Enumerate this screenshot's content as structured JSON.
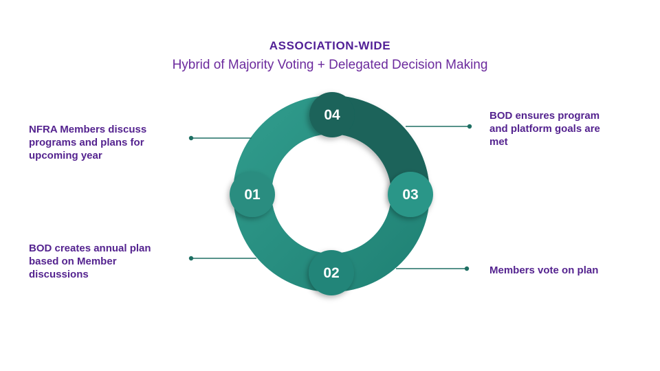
{
  "header": {
    "title": "ASSOCIATION-WIDE",
    "subtitle": "Hybrid of Majority Voting + Delegated Decision Making"
  },
  "cycle": {
    "steps": [
      {
        "number": "01",
        "label": "NFRA Members discuss programs and plans for upcoming year"
      },
      {
        "number": "02",
        "label": "BOD creates annual plan based on Member discussions"
      },
      {
        "number": "03",
        "label": "Members vote on plan"
      },
      {
        "number": "04",
        "label": "BOD ensures program and platform goals are met"
      }
    ]
  },
  "colors": {
    "title_purple": "#511f96",
    "subtitle_purple": "#6b2a9d",
    "label_purple": "#54238f",
    "ring_teal_light": "#2f9a8b",
    "ring_teal_deep": "#218376",
    "segment_dark_teal": "#1a635a",
    "bubble_03_teal": "#2b9688",
    "connector_teal": "#1e6f63",
    "number_text": "#ffffff",
    "background": "#ffffff"
  }
}
